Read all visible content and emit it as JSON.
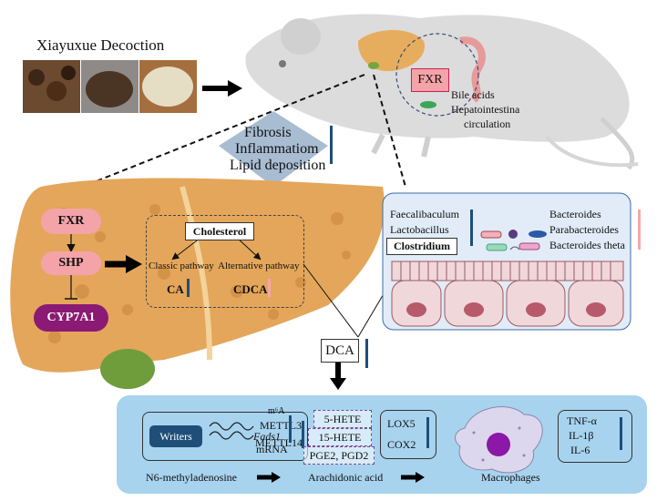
{
  "decoction": {
    "title": "Xiayuxue Decoction"
  },
  "mouse": {
    "fxr": "FXR",
    "bile_acids": "Bile acids",
    "hepato": "Hepatointestina",
    "circulation": "circulation"
  },
  "effects": {
    "fibrosis": "Fibrosis",
    "inflammation": "Inflammatiom",
    "lipid": "Lipid deposition"
  },
  "liver": {
    "fxr": "FXR",
    "shp": "SHP",
    "cyp": "CYP7A1",
    "cholesterol": "Cholesterol",
    "classic": "Classic pathway",
    "alternative": "Alternative pathway",
    "ca": "CA",
    "cdca": "CDCA"
  },
  "gut": {
    "faecali": "Faecalibaculum",
    "lacto": "Lactobacillus",
    "clostridium": "Clostridium",
    "bacteroides": "Bacteroides",
    "parabacteroides": "Parabacteroides",
    "theta": "Bacteroides theta"
  },
  "dca": "DCA",
  "panel": {
    "writers": "Writers",
    "mettl3": "METTL3",
    "mettl14": "METTL14",
    "m6a": "m⁶A",
    "fads1": "Fads1",
    "mrna": "mRNA",
    "hete5": "5-HETE",
    "hete15": "15-HETE",
    "pge": "PGE2, PGD2",
    "lox5": "LOX5",
    "cox2": "COX2",
    "tnf": "TNF-α",
    "il1": "IL-1β",
    "il6": "IL-6",
    "n6": "N6-methyladenosine",
    "arach": "Arachidonic acid",
    "macro": "Macrophages"
  },
  "colors": {
    "down_arrow": "#1f4e79",
    "up_arrow": "#f2a7ab",
    "fxr_fill": "#f4a3a8",
    "cyp_fill": "#8b1a74",
    "panel_fill": "#a7d3ef"
  }
}
